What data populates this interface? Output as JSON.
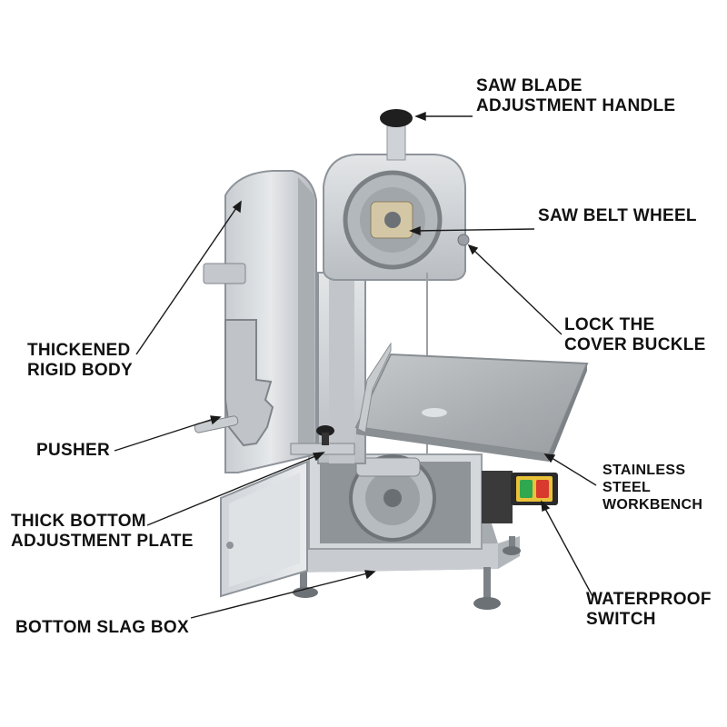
{
  "labels": {
    "saw_blade_handle": [
      "SAW BLADE",
      "ADJUSTMENT HANDLE"
    ],
    "saw_belt_wheel": [
      "SAW BELT WHEEL"
    ],
    "lock_cover_buckle": [
      "LOCK THE",
      "COVER BUCKLE"
    ],
    "thickened_body": [
      "THICKENED",
      "RIGID BODY"
    ],
    "pusher": [
      "PUSHER"
    ],
    "stainless_workbench": [
      "STAINLESS",
      "STEEL",
      "WORKBENCH"
    ],
    "thick_bottom_plate": [
      "THICK BOTTOM",
      "ADJUSTMENT PLATE"
    ],
    "waterproof_switch": [
      "WATERPROOF",
      "SWITCH"
    ],
    "bottom_slag_box": [
      "BOTTOM SLAG BOX"
    ]
  },
  "colors": {
    "label_text": "#111111",
    "leader_line": "#1a1a1a",
    "steel_light": "#d9dcdf",
    "steel_mid": "#b7bcc1",
    "steel_dark": "#8e949a",
    "switch_body": "#2b2b2b",
    "switch_green": "#2fa84f",
    "switch_red": "#d83a2e",
    "switch_yellow": "#e9c23a"
  }
}
